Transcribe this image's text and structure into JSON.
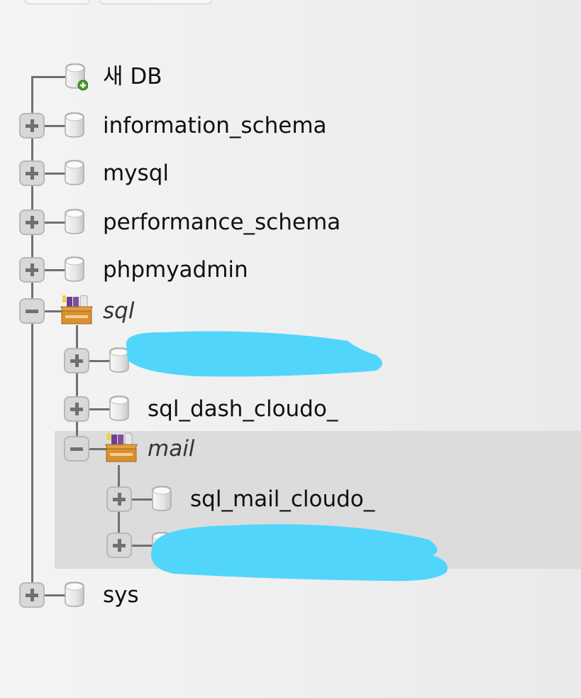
{
  "tree": {
    "new_db": {
      "label": "새 DB",
      "icon": "new-database-icon"
    },
    "items": [
      {
        "label": "information_schema",
        "level": 0,
        "state": "collapsed",
        "icon": "database-icon"
      },
      {
        "label": "mysql",
        "level": 0,
        "state": "collapsed",
        "icon": "database-icon"
      },
      {
        "label": "performance_schema",
        "level": 0,
        "state": "collapsed",
        "icon": "database-icon"
      },
      {
        "label": "phpmyadmin",
        "level": 0,
        "state": "collapsed",
        "icon": "database-icon"
      },
      {
        "label": "sql",
        "level": 0,
        "state": "expanded",
        "icon": "database-group-icon",
        "group": true
      },
      {
        "label": "",
        "level": 1,
        "state": "collapsed",
        "icon": "database-icon",
        "redacted": true
      },
      {
        "label": "sql_dash_cloudo_",
        "level": 1,
        "state": "collapsed",
        "icon": "database-icon"
      },
      {
        "label": "mail",
        "level": 1,
        "state": "expanded",
        "icon": "database-group-icon",
        "group": true,
        "selected": true
      },
      {
        "label": "sql_mail_cloudo_",
        "level": 2,
        "state": "collapsed",
        "icon": "database-icon"
      },
      {
        "label": "",
        "level": 2,
        "state": "collapsed",
        "icon": "database-icon",
        "redacted": true
      },
      {
        "label": "sys",
        "level": 0,
        "state": "collapsed",
        "icon": "database-icon"
      }
    ]
  },
  "colors": {
    "redaction": "#52d5fb",
    "highlight": "#dcdcdc",
    "line": "#707070"
  }
}
